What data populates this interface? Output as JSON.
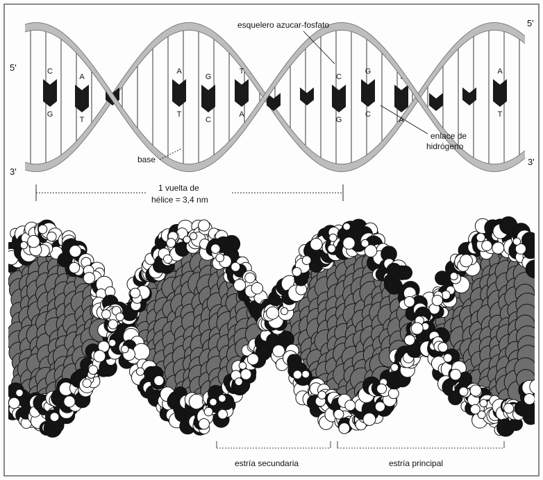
{
  "diagram": {
    "ends": {
      "top_left": "5'",
      "top_right": "5'",
      "bottom_left": "3'",
      "bottom_right": "3'"
    },
    "labels": {
      "backbone": "esquelero azucar-fosfato",
      "hbond_line1": "enlace de",
      "hbond_line2": "hidrógeno",
      "base": "base",
      "turn_line1": "1 vuelta de",
      "turn_line2": "hélice = 3,4 nm",
      "minor_groove": "estría secundaria",
      "major_groove": "estría principal"
    },
    "base_pairs": [
      {
        "top": "C",
        "bottom": "G"
      },
      {
        "top": "A",
        "bottom": "T"
      },
      {
        "top": "A",
        "bottom": "T"
      },
      {
        "top": "G",
        "bottom": "C"
      },
      {
        "top": "T",
        "bottom": "A"
      },
      {
        "top": "C",
        "bottom": "G"
      },
      {
        "top": "G",
        "bottom": "C"
      },
      {
        "top": "T",
        "bottom": "A"
      },
      {
        "top": "A",
        "bottom": "T"
      }
    ],
    "colors": {
      "strand": "#bdbdbd",
      "base_dark": "#1a1a1a",
      "atom_grey": "#6e6e6e",
      "atom_white": "#ffffff",
      "atom_black": "#141414",
      "frame": "#555555"
    }
  }
}
